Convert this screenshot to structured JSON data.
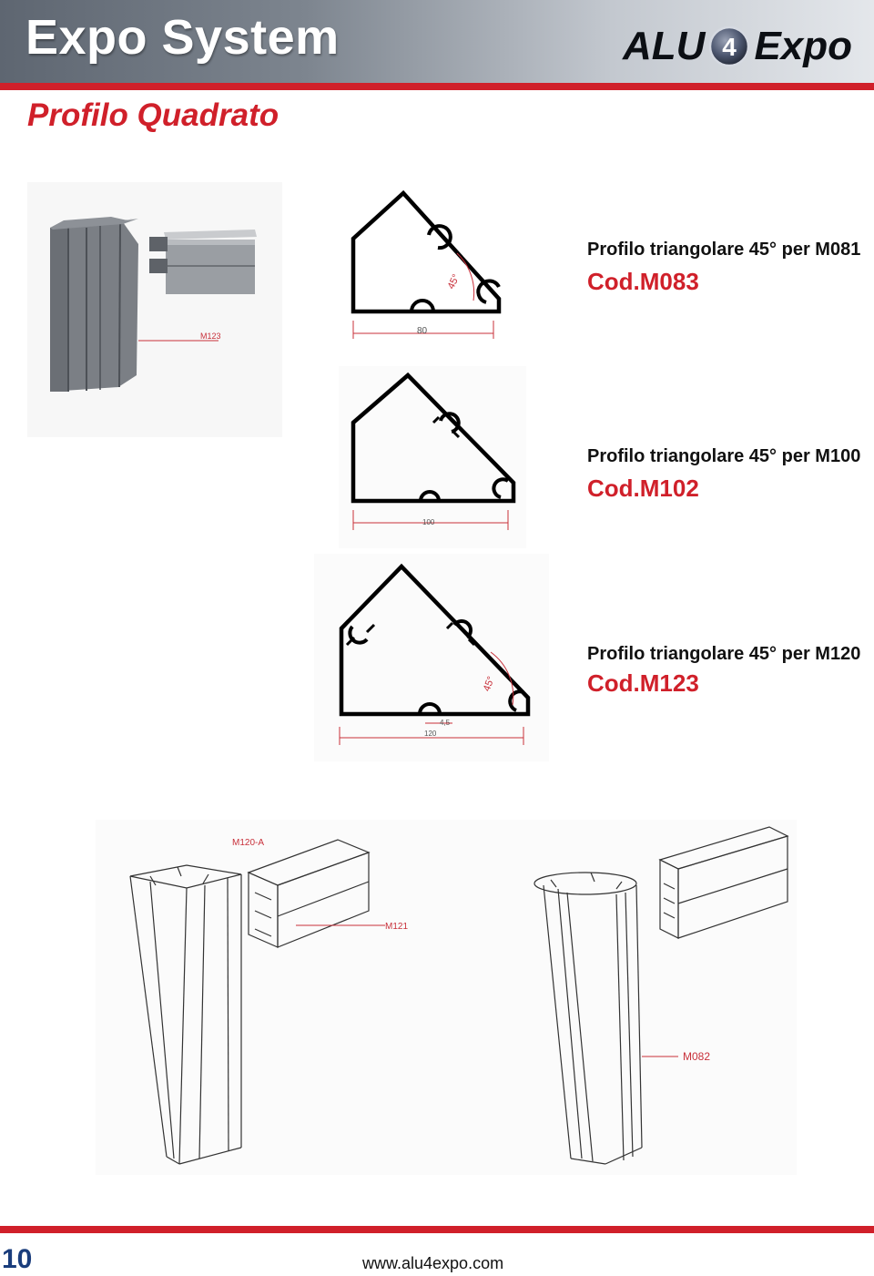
{
  "header": {
    "title": "Expo System",
    "logo": {
      "text_left": "ALU",
      "badge": "4",
      "text_right": "Expo"
    }
  },
  "page_heading": "Profilo Quadrato",
  "profiles": [
    {
      "description": "Profilo triangolare 45° per M081",
      "code": "Cod.M083",
      "dim_width": "80",
      "angle": "45°"
    },
    {
      "description": "Profilo triangolare 45° per M100",
      "code": "Cod.M102",
      "dim_width": "100"
    },
    {
      "description": "Profilo triangolare 45° per M120",
      "code": "Cod.M123",
      "dim_width": "120",
      "dim_small": "4,5",
      "angle": "45°"
    }
  ],
  "callouts": {
    "render_label": "M123",
    "frame_left_label": "M120-A",
    "frame_left_side": "M121",
    "frame_right_label": "M082"
  },
  "footer": {
    "page_number": "10",
    "url": "www.alu4expo.com"
  },
  "colors": {
    "accent_red": "#d0202a",
    "page_number_blue": "#1a3d7c"
  }
}
